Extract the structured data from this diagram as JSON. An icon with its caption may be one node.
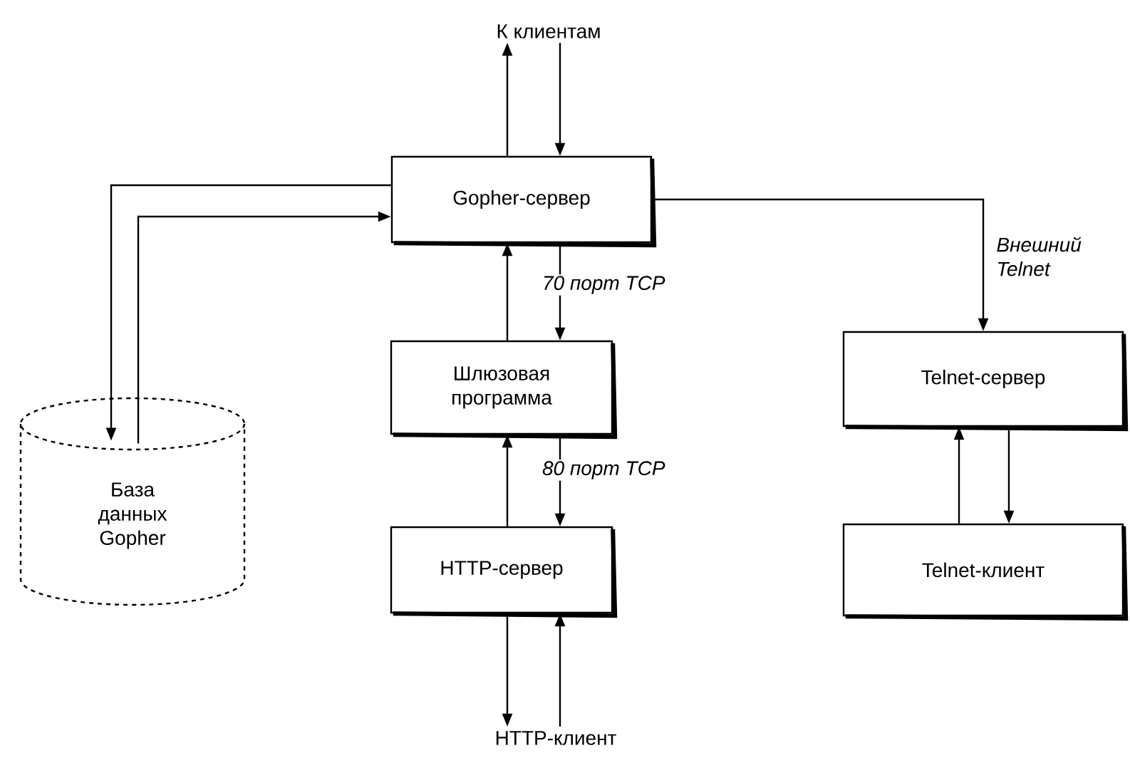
{
  "diagram": {
    "nodes": [
      {
        "text": [
          "К клиентам"
        ]
      },
      {
        "text": [
          "Gopher-сервер"
        ]
      },
      {
        "text": [
          "Шлюзовая программа"
        ]
      },
      {
        "text": [
          "HTTP-сервер"
        ]
      },
      {
        "text": [
          "HTTP-клиент"
        ]
      },
      {
        "text": [
          "База данных Gopher"
        ]
      },
      {
        "text": [
          "Telnet-сервер"
        ]
      },
      {
        "text": [
          "Telnet-клиент"
        ]
      }
    ],
    "edges": [
      {
        "from": 1,
        "to": 0,
        "arrow": "to"
      },
      {
        "from": 0,
        "to": 1,
        "arrow": "to"
      },
      {
        "from": 1,
        "to": 5,
        "arrow": "to"
      },
      {
        "from": 5,
        "to": 1,
        "arrow": "to"
      },
      {
        "from": 2,
        "to": 1,
        "arrow": "to"
      },
      {
        "from": 1,
        "to": 2,
        "arrow": "to",
        "label": "70 порт TCP"
      },
      {
        "from": 3,
        "to": 2,
        "arrow": "to"
      },
      {
        "from": 2,
        "to": 3,
        "arrow": "to",
        "label": "80 порт TCP"
      },
      {
        "from": 3,
        "to": 4,
        "arrow": "to"
      },
      {
        "from": 4,
        "to": 3,
        "arrow": "to"
      },
      {
        "from": 1,
        "to": 6,
        "arrow": "to",
        "label": "Внешний Telnet"
      },
      {
        "from": 7,
        "to": 6,
        "arrow": "to"
      },
      {
        "from": 6,
        "to": 7,
        "arrow": "to"
      }
    ]
  }
}
